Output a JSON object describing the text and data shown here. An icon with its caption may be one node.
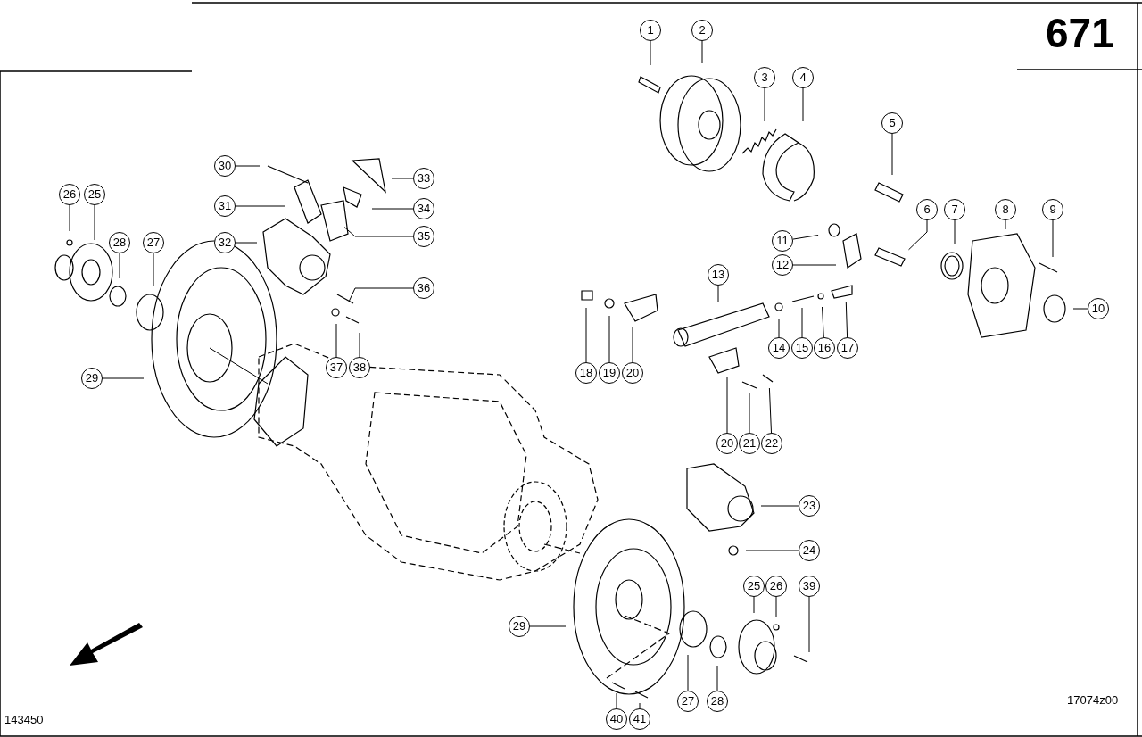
{
  "diagram": {
    "nodes": [
      {
        "text": [
          "1"
        ]
      },
      {
        "text": [
          "2"
        ]
      },
      {
        "text": [
          "3"
        ]
      },
      {
        "text": [
          "4"
        ]
      },
      {
        "text": [
          "5"
        ]
      },
      {
        "text": [
          "30"
        ]
      },
      {
        "text": [
          "33"
        ]
      },
      {
        "text": [
          "26"
        ]
      },
      {
        "text": [
          "25"
        ]
      },
      {
        "text": [
          "31"
        ]
      },
      {
        "text": [
          "34"
        ]
      },
      {
        "text": [
          "6"
        ]
      },
      {
        "text": [
          "7"
        ]
      },
      {
        "text": [
          "8"
        ]
      },
      {
        "text": [
          "9"
        ]
      },
      {
        "text": [
          "35"
        ]
      },
      {
        "text": [
          "11"
        ]
      },
      {
        "text": [
          "32"
        ]
      },
      {
        "text": [
          "28"
        ]
      },
      {
        "text": [
          "27"
        ]
      },
      {
        "text": [
          "12"
        ]
      },
      {
        "text": [
          "13"
        ]
      },
      {
        "text": [
          "36"
        ]
      },
      {
        "text": [
          "10"
        ]
      },
      {
        "text": [
          "14"
        ]
      },
      {
        "text": [
          "15"
        ]
      },
      {
        "text": [
          "16"
        ]
      },
      {
        "text": [
          "17"
        ]
      },
      {
        "text": [
          "37"
        ]
      },
      {
        "text": [
          "38"
        ]
      },
      {
        "text": [
          "18"
        ]
      },
      {
        "text": [
          "19"
        ]
      },
      {
        "text": [
          "20"
        ]
      },
      {
        "text": [
          "29"
        ]
      },
      {
        "text": [
          "20"
        ]
      },
      {
        "text": [
          "21"
        ]
      },
      {
        "text": [
          "22"
        ]
      },
      {
        "text": [
          "23"
        ]
      },
      {
        "text": [
          "24"
        ]
      },
      {
        "text": [
          "25"
        ]
      },
      {
        "text": [
          "26"
        ]
      },
      {
        "text": [
          "39"
        ]
      },
      {
        "text": [
          "29"
        ]
      },
      {
        "text": [
          "27"
        ]
      },
      {
        "text": [
          "28"
        ]
      },
      {
        "text": [
          "40"
        ]
      },
      {
        "text": [
          "41"
        ]
      }
    ],
    "edges": [
      {
        "from": 0,
        "to": null,
        "arrow": "none"
      },
      {
        "from": 1,
        "to": null,
        "arrow": "none"
      },
      {
        "from": 2,
        "to": null,
        "arrow": "none"
      },
      {
        "from": 3,
        "to": null,
        "arrow": "none"
      },
      {
        "from": 4,
        "to": null,
        "arrow": "none"
      },
      {
        "from": 5,
        "to": null,
        "arrow": "none"
      },
      {
        "from": 6,
        "to": null,
        "arrow": "none"
      },
      {
        "from": 7,
        "to": null,
        "arrow": "none"
      },
      {
        "from": 8,
        "to": null,
        "arrow": "none"
      },
      {
        "from": 9,
        "to": null,
        "arrow": "none"
      },
      {
        "from": 10,
        "to": null,
        "arrow": "none"
      },
      {
        "from": 11,
        "to": null,
        "arrow": "none"
      },
      {
        "from": 12,
        "to": null,
        "arrow": "none"
      },
      {
        "from": 13,
        "to": null,
        "arrow": "none"
      },
      {
        "from": 14,
        "to": null,
        "arrow": "none"
      },
      {
        "from": 15,
        "to": null,
        "arrow": "none"
      },
      {
        "from": 16,
        "to": null,
        "arrow": "none"
      },
      {
        "from": 17,
        "to": null,
        "arrow": "none"
      },
      {
        "from": 18,
        "to": null,
        "arrow": "none"
      },
      {
        "from": 19,
        "to": null,
        "arrow": "none"
      },
      {
        "from": 20,
        "to": null,
        "arrow": "none"
      },
      {
        "from": 21,
        "to": null,
        "arrow": "none"
      },
      {
        "from": 22,
        "to": null,
        "arrow": "none"
      },
      {
        "from": 23,
        "to": null,
        "arrow": "none"
      },
      {
        "from": 24,
        "to": null,
        "arrow": "none"
      },
      {
        "from": 25,
        "to": null,
        "arrow": "none"
      },
      {
        "from": 26,
        "to": null,
        "arrow": "none"
      },
      {
        "from": 27,
        "to": null,
        "arrow": "none"
      },
      {
        "from": 28,
        "to": null,
        "arrow": "none"
      },
      {
        "from": 29,
        "to": null,
        "arrow": "none"
      },
      {
        "from": 30,
        "to": null,
        "arrow": "none"
      },
      {
        "from": 31,
        "to": null,
        "arrow": "none"
      },
      {
        "from": 32,
        "to": null,
        "arrow": "none"
      },
      {
        "from": 33,
        "to": null,
        "arrow": "none"
      },
      {
        "from": 34,
        "to": null,
        "arrow": "none"
      },
      {
        "from": 35,
        "to": null,
        "arrow": "none"
      },
      {
        "from": 36,
        "to": null,
        "arrow": "none"
      },
      {
        "from": 37,
        "to": null,
        "arrow": "none"
      },
      {
        "from": 38,
        "to": null,
        "arrow": "none"
      },
      {
        "from": 39,
        "to": null,
        "arrow": "none"
      },
      {
        "from": 40,
        "to": null,
        "arrow": "none"
      },
      {
        "from": 41,
        "to": null,
        "arrow": "none"
      },
      {
        "from": 42,
        "to": null,
        "arrow": "none"
      },
      {
        "from": 43,
        "to": null,
        "arrow": "none"
      },
      {
        "from": 44,
        "to": null,
        "arrow": "none"
      },
      {
        "from": 45,
        "to": null,
        "arrow": "none"
      },
      {
        "from": 46,
        "to": null,
        "arrow": "none"
      }
    ],
    "labels": [
      "671",
      "17074z00",
      "143450"
    ]
  }
}
